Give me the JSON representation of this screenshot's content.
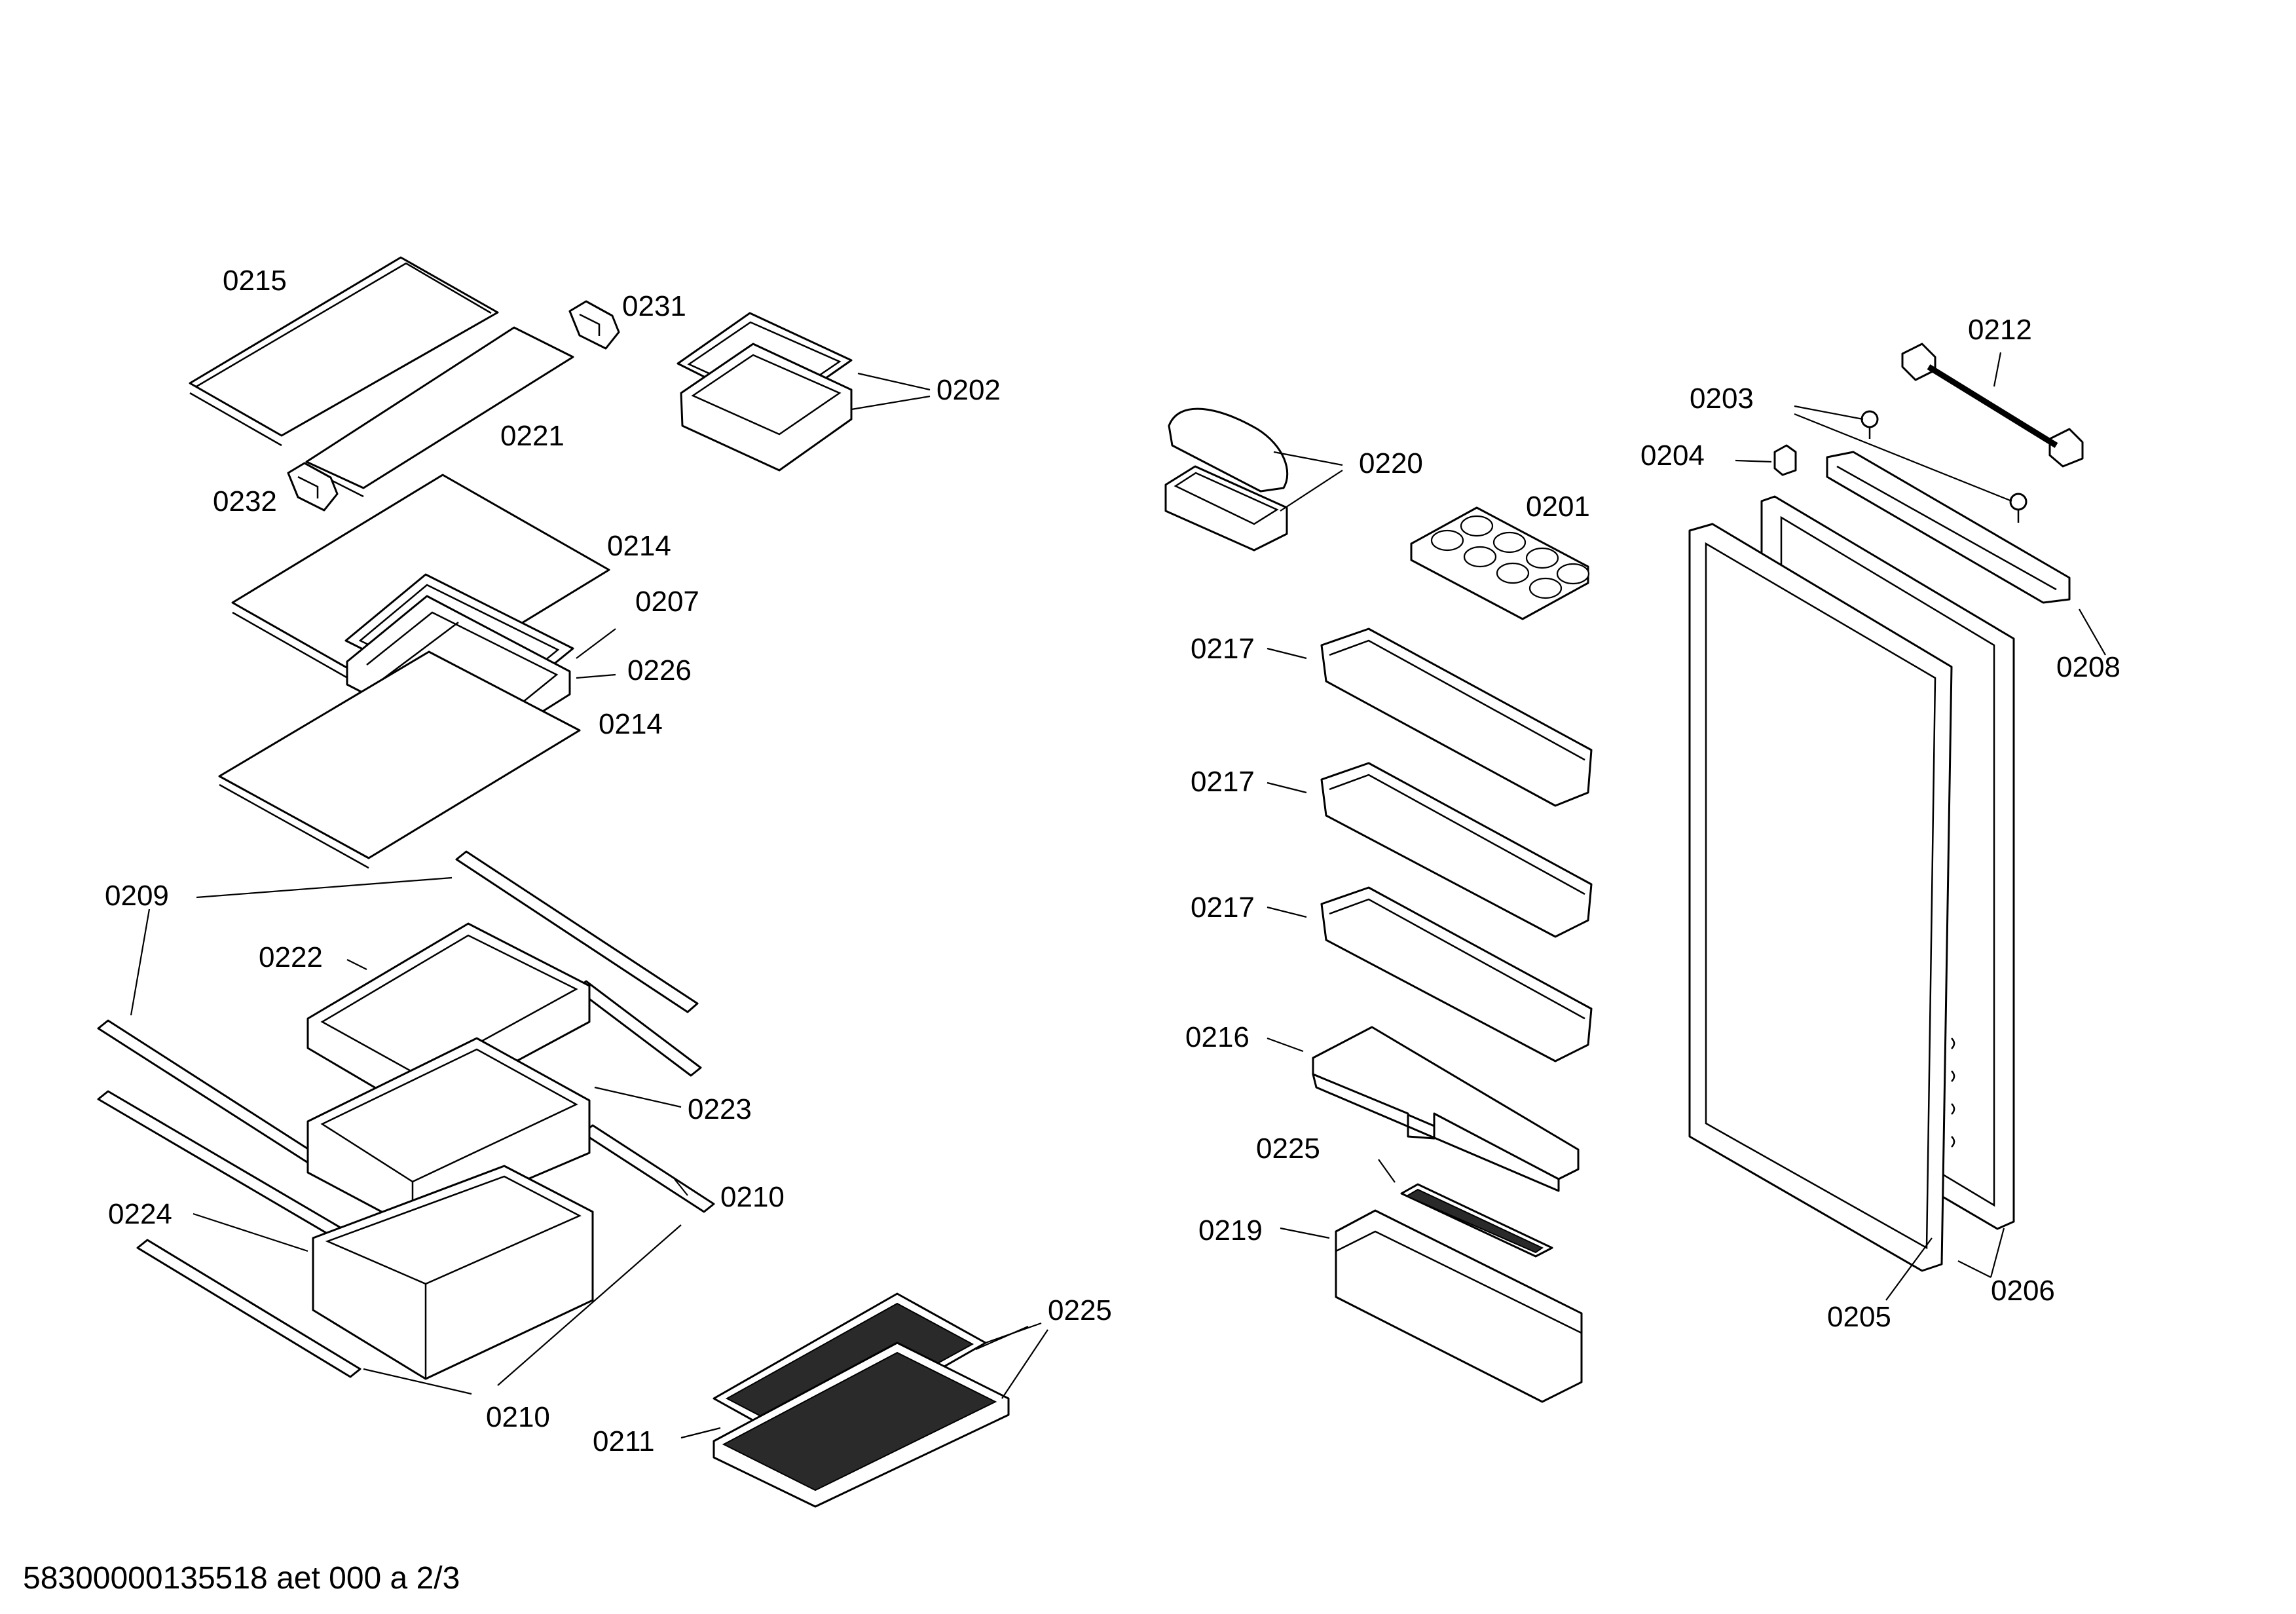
{
  "callouts": {
    "c0215": "0215",
    "c0231": "0231",
    "c0202": "0202",
    "c0221": "0221",
    "c0232": "0232",
    "c0214a": "0214",
    "c0207": "0207",
    "c0226": "0226",
    "c0214b": "0214",
    "c0209": "0209",
    "c0222": "0222",
    "c0223": "0223",
    "c0224": "0224",
    "c0210a": "0210",
    "c0210b": "0210",
    "c0211": "0211",
    "c0225a": "0225",
    "c0220": "0220",
    "c0201": "0201",
    "c0217a": "0217",
    "c0217b": "0217",
    "c0217c": "0217",
    "c0216": "0216",
    "c0225b": "0225",
    "c0219": "0219",
    "c0212": "0212",
    "c0203": "0203",
    "c0204": "0204",
    "c0208": "0208",
    "c0205": "0205",
    "c0206": "0206"
  },
  "footer": {
    "document_id": "58300000135518 aet 000 a 2/3"
  }
}
